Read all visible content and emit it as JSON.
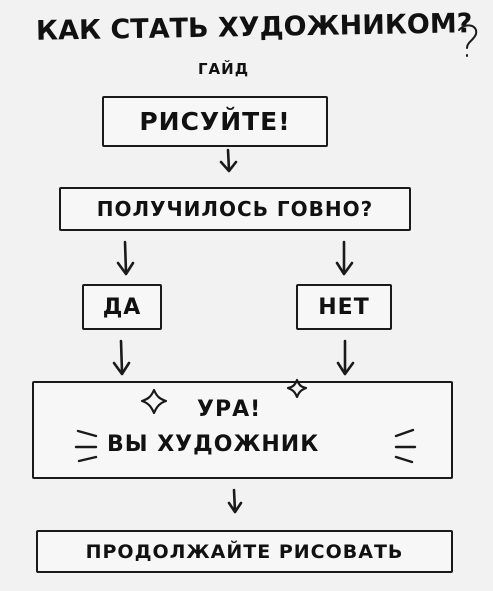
{
  "title": "Как стать художником?",
  "subtitle": "гайд",
  "steps": {
    "draw": "Рисуйте!",
    "question": "Получилось говно?",
    "yes": "Да",
    "no": "Нет",
    "result_line1": "Ура!",
    "result_line2": "Вы художник",
    "continue": "Продолжайте рисовать"
  },
  "colors": {
    "ink": "#111111",
    "paper": "#f2f2f2"
  }
}
